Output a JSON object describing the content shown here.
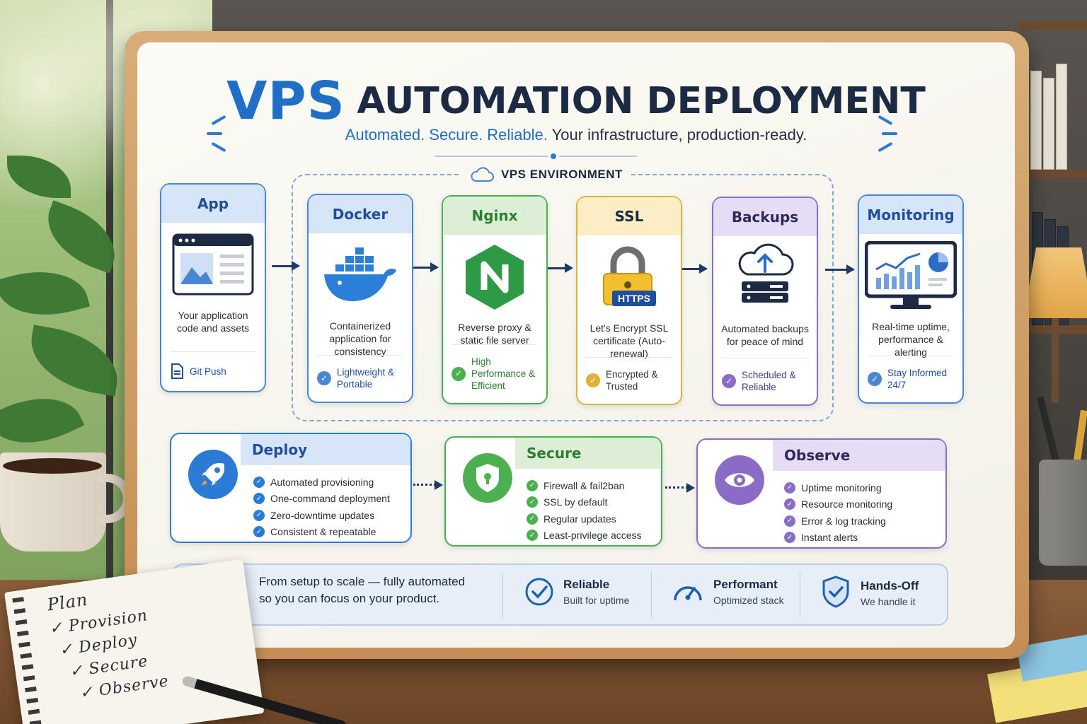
{
  "header": {
    "title_accent": "VPS",
    "title_main": "AUTOMATION DEPLOYMENT",
    "subtitle_accent": "Automated. Secure. Reliable.",
    "subtitle_rest": "Your infrastructure, production-ready."
  },
  "environment": {
    "label": "VPS ENVIRONMENT",
    "icon": "cloud-icon"
  },
  "pipeline": [
    {
      "title": "App",
      "desc": "Your application code and assets",
      "foot": "Git Push",
      "icon": "browser-window-icon",
      "color": "#4a86d4",
      "head_bg": "#d6e5f7"
    },
    {
      "title": "Docker",
      "desc": "Containerized application for consistency",
      "foot": "Lightweight & Portable",
      "icon": "docker-whale-icon",
      "color": "#4a86d4",
      "head_bg": "#d6e5f7"
    },
    {
      "title": "Nginx",
      "desc": "Reverse proxy & static file server",
      "foot": "High Performance & Efficient",
      "icon": "nginx-icon",
      "color": "#4caf50",
      "head_bg": "#dcefd6"
    },
    {
      "title": "SSL",
      "desc": "Let's Encrypt SSL certificate (Auto-renewal)",
      "foot": "Encrypted & Trusted",
      "icon": "padlock-https-icon",
      "badge": "HTTPS",
      "color": "#e0b23a",
      "head_bg": "#fbeec4"
    },
    {
      "title": "Backups",
      "desc": "Automated backups for peace of mind",
      "foot": "Scheduled & Reliable",
      "icon": "cloud-server-icon",
      "color": "#8a6cc6",
      "head_bg": "#e6dcf5"
    },
    {
      "title": "Monitoring",
      "desc": "Real-time uptime, performance & alerting",
      "foot": "Stay Informed 24/7",
      "icon": "dashboard-monitor-icon",
      "color": "#4a86d4",
      "head_bg": "#d6e5f7"
    }
  ],
  "phases": [
    {
      "title": "Deploy",
      "icon": "rocket-icon",
      "color": "#2a7ad6",
      "head_bg": "#d6e5f7",
      "items": [
        "Automated provisioning",
        "One-command deployment",
        "Zero-downtime updates",
        "Consistent & repeatable"
      ]
    },
    {
      "title": "Secure",
      "icon": "shield-lock-icon",
      "color": "#4caf50",
      "head_bg": "#dcefd6",
      "items": [
        "Firewall & fail2ban",
        "SSL by default",
        "Regular updates",
        "Least-privilege access"
      ]
    },
    {
      "title": "Observe",
      "icon": "eye-icon",
      "color": "#8a6cc6",
      "head_bg": "#e6dcf5",
      "items": [
        "Uptime monitoring",
        "Resource monitoring",
        "Error & log tracking",
        "Instant alerts"
      ]
    }
  ],
  "footer": {
    "tagline_line1": "From setup to scale — fully automated",
    "tagline_line2": "so you can focus on your product.",
    "features": [
      {
        "title": "Reliable",
        "sub": "Built for uptime",
        "icon": "check-circle-icon"
      },
      {
        "title": "Performant",
        "sub": "Optimized stack",
        "icon": "speedometer-icon"
      },
      {
        "title": "Hands-Off",
        "sub": "We handle it",
        "icon": "shield-check-icon"
      }
    ]
  },
  "notebook": {
    "heading": "Plan",
    "items": [
      "Provision",
      "Deploy",
      "Secure",
      "Observe"
    ]
  }
}
